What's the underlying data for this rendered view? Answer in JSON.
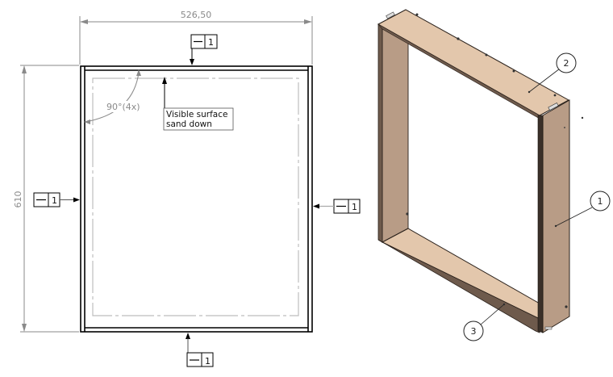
{
  "drawing": {
    "type": "technical-drawing",
    "colors": {
      "outline": "#000000",
      "dimension": "#8a8a8a",
      "hidden_line": "#bdbdbd",
      "wood_light": "#e3c7ac",
      "wood_side": "#b89c86",
      "wood_edge": "#6e5a4c"
    }
  },
  "front_view": {
    "width_dimension": "526,50",
    "height_dimension": "610",
    "angle_annotation": "90°(4x)",
    "note": {
      "line1": "Visible surface",
      "line2": "sand down"
    },
    "flatness_callouts": [
      {
        "position": "top",
        "symbol": "flatness",
        "value": "1"
      },
      {
        "position": "left",
        "symbol": "flatness",
        "value": "1"
      },
      {
        "position": "right",
        "symbol": "flatness",
        "value": "1"
      },
      {
        "position": "bottom",
        "symbol": "flatness",
        "value": "1"
      }
    ]
  },
  "iso_view": {
    "balloons": [
      {
        "id": "1",
        "label": "1",
        "part": "right side panel"
      },
      {
        "id": "2",
        "label": "2",
        "part": "top board"
      },
      {
        "id": "3",
        "label": "3",
        "part": "bottom board"
      }
    ]
  }
}
